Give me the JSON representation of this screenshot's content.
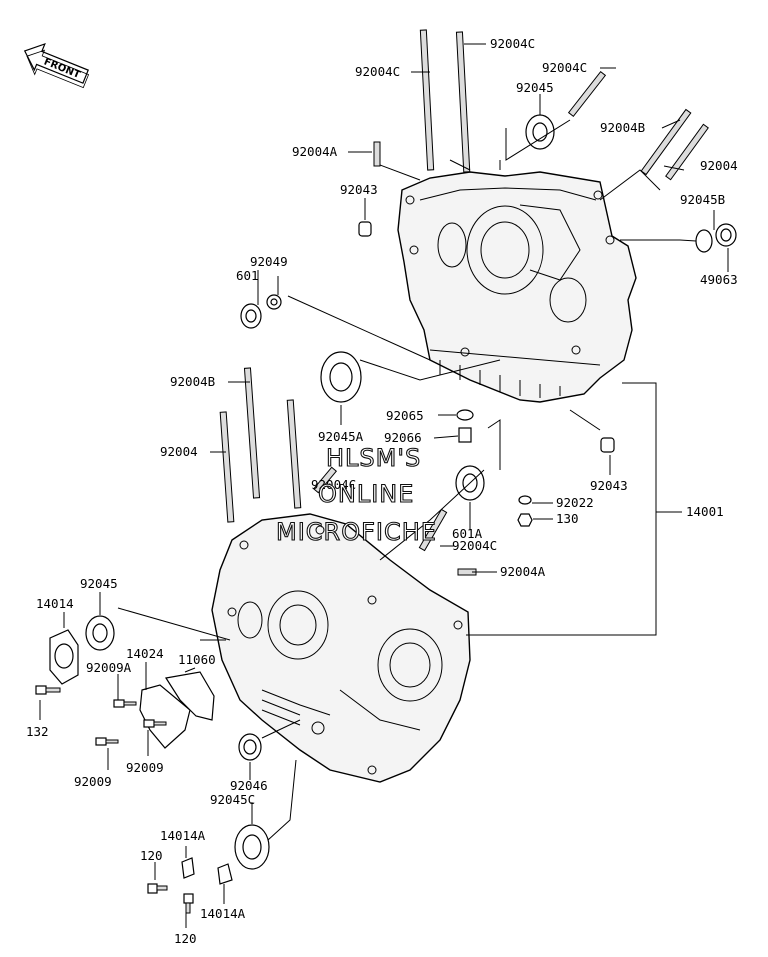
{
  "watermark": {
    "line1": "HLSM'S",
    "line2": "ONLINE",
    "line3": "MICROFICHE"
  },
  "front_arrow": {
    "label": "FRONT"
  },
  "labels": [
    {
      "id": "l-92004c-top",
      "text": "92004C"
    },
    {
      "id": "l-92004c-left",
      "text": "92004C"
    },
    {
      "id": "l-92004c-right",
      "text": "92004C"
    },
    {
      "id": "l-92045-top",
      "text": "92045"
    },
    {
      "id": "l-92004b-right",
      "text": "92004B"
    },
    {
      "id": "l-92004a-top",
      "text": "92004A"
    },
    {
      "id": "l-92004-right",
      "text": "92004"
    },
    {
      "id": "l-92043-top",
      "text": "92043"
    },
    {
      "id": "l-92045b",
      "text": "92045B"
    },
    {
      "id": "l-49063",
      "text": "49063"
    },
    {
      "id": "l-92049",
      "text": "92049"
    },
    {
      "id": "l-601-top",
      "text": "601"
    },
    {
      "id": "l-92004b-left",
      "text": "92004B"
    },
    {
      "id": "l-92065",
      "text": "92065"
    },
    {
      "id": "l-92045a",
      "text": "92045A"
    },
    {
      "id": "l-92066",
      "text": "92066"
    },
    {
      "id": "l-92004-left",
      "text": "92004"
    },
    {
      "id": "l-92004c-mid",
      "text": "92004C"
    },
    {
      "id": "l-92043-right",
      "text": "92043"
    },
    {
      "id": "l-92022",
      "text": "92022"
    },
    {
      "id": "l-14001",
      "text": "14001"
    },
    {
      "id": "l-130",
      "text": "130"
    },
    {
      "id": "l-601a",
      "text": "601A"
    },
    {
      "id": "l-92004c-low",
      "text": "92004C"
    },
    {
      "id": "l-92004a-low",
      "text": "92004A"
    },
    {
      "id": "l-92045-left",
      "text": "92045"
    },
    {
      "id": "l-14014",
      "text": "14014"
    },
    {
      "id": "l-14024",
      "text": "14024"
    },
    {
      "id": "l-11060",
      "text": "11060"
    },
    {
      "id": "l-92009a",
      "text": "92009A"
    },
    {
      "id": "l-132",
      "text": "132"
    },
    {
      "id": "l-92009-a",
      "text": "92009"
    },
    {
      "id": "l-92009-b",
      "text": "92009"
    },
    {
      "id": "l-92046",
      "text": "92046"
    },
    {
      "id": "l-92045c",
      "text": "92045C"
    },
    {
      "id": "l-14014a-top",
      "text": "14014A"
    },
    {
      "id": "l-120-top",
      "text": "120"
    },
    {
      "id": "l-14014a-low",
      "text": "14014A"
    },
    {
      "id": "l-120-low",
      "text": "120"
    }
  ]
}
